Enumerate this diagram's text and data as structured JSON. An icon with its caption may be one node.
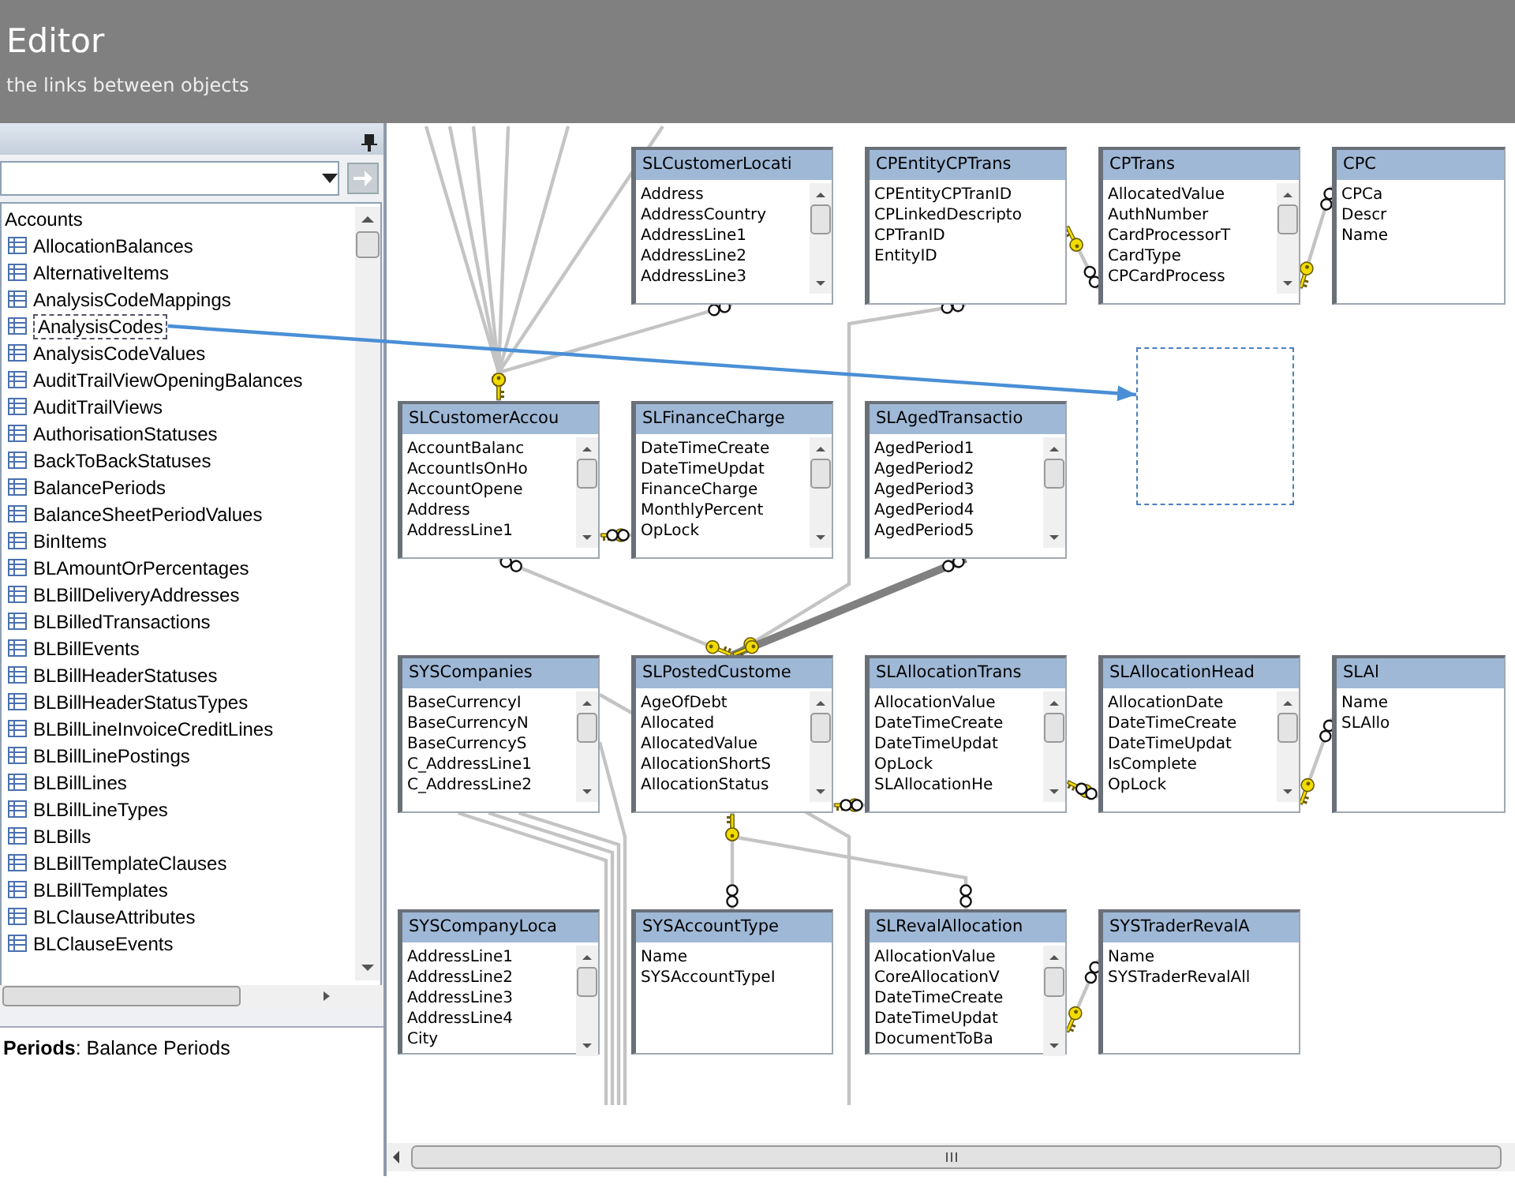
{
  "diagram": {
    "title": "Editor",
    "nodes": [
      {
        "text": [
          "AnalysisCodes"
        ]
      },
      {
        "text": [
          "SLCustomerLocati",
          "Address",
          "AddressCountry",
          "AddressLine1",
          "AddressLine2",
          "AddressLine3"
        ]
      },
      {
        "text": [
          "CPEntityCPTrans",
          "CPEntityCPTranID",
          "CPLinkedDescripto",
          "CPTranID",
          "EntityID"
        ]
      },
      {
        "text": [
          "CPTrans",
          "AllocatedValue",
          "AuthNumber",
          "CardProcessorT",
          "CardType",
          "CPCardProcess"
        ]
      },
      {
        "text": [
          "CPC",
          "CPCa",
          "Descr",
          "Name"
        ]
      },
      {
        "text": [
          "SLCustomerAccou",
          "AccountBalanc",
          "AccountIsOnHo",
          "AccountOpene",
          "Address",
          "AddressLine1"
        ]
      },
      {
        "text": [
          "SLFinanceCharge",
          "DateTimeCreate",
          "DateTimeUpdat",
          "FinanceCharge",
          "MonthlyPercent",
          "OpLock"
        ]
      },
      {
        "text": [
          "SLAgedTransactio",
          "AgedPeriod1",
          "AgedPeriod2",
          "AgedPeriod3",
          "AgedPeriod4",
          "AgedPeriod5"
        ]
      },
      {
        "text": [],
        "shape": "box"
      },
      {
        "text": [
          "SYSCompanies",
          "BaseCurrencyI",
          "BaseCurrencyN",
          "BaseCurrencyS",
          "C_AddressLine1",
          "C_AddressLine2"
        ]
      },
      {
        "text": [
          "SLPostedCustome",
          "AgeOfDebt",
          "Allocated",
          "AllocatedValue",
          "AllocationShortS",
          "AllocationStatus"
        ]
      },
      {
        "text": [
          "SLAllocationTrans",
          "AllocationValue",
          "DateTimeCreate",
          "DateTimeUpdat",
          "OpLock",
          "SLAllocationHe"
        ]
      },
      {
        "text": [
          "SLAllocationHead",
          "AllocationDate",
          "DateTimeCreate",
          "DateTimeUpdat",
          "IsComplete",
          "OpLock"
        ]
      },
      {
        "text": [
          "SLAl",
          "Name",
          "SLAllo"
        ]
      },
      {
        "text": [
          "SYSCompanyLoca",
          "AddressLine1",
          "AddressLine2",
          "AddressLine3",
          "AddressLine4",
          "City"
        ]
      },
      {
        "text": [
          "SYSAccountType",
          "Name",
          "SYSAccountTypeI"
        ]
      },
      {
        "text": [
          "SLRevalAllocation",
          "AllocationValue",
          "CoreAllocationV",
          "DateTimeCreate",
          "DateTimeUpdat",
          "DocumentToBa"
        ]
      },
      {
        "text": [
          "SYSTraderRevalA",
          "Name",
          "SYSTraderRevalAll"
        ]
      }
    ],
    "edges": [
      {
        "from": 5,
        "to": 1,
        "arrow": "other"
      },
      {
        "from": 5,
        "to": null,
        "arrow": "other"
      },
      {
        "from": 5,
        "to": null,
        "arrow": "other"
      },
      {
        "from": 5,
        "to": null,
        "arrow": "other"
      },
      {
        "from": 5,
        "to": null,
        "arrow": "other"
      },
      {
        "from": 5,
        "to": null,
        "arrow": "other"
      },
      {
        "from": 5,
        "to": null,
        "arrow": "other"
      },
      {
        "from": 5,
        "to": 6,
        "arrow": "other"
      },
      {
        "from": 10,
        "to": 5,
        "arrow": "other"
      },
      {
        "from": 10,
        "to": 2,
        "arrow": "other"
      },
      {
        "from": 10,
        "to": 7,
        "arrow": "other",
        "style": "thick",
        "color": "#808080"
      },
      {
        "from": 2,
        "to": 3,
        "arrow": "other"
      },
      {
        "from": 3,
        "to": 4,
        "arrow": "other"
      },
      {
        "from": 10,
        "to": 11,
        "arrow": "other"
      },
      {
        "from": 11,
        "to": 12,
        "arrow": "other"
      },
      {
        "from": 12,
        "to": 13,
        "arrow": "other"
      },
      {
        "from": 10,
        "to": 15,
        "arrow": "other"
      },
      {
        "from": 10,
        "to": 16,
        "arrow": "other"
      },
      {
        "from": 16,
        "to": 17,
        "arrow": "other"
      },
      {
        "from": 0,
        "to": 8,
        "arrow": "to",
        "color": "#4a8fd6"
      },
      {
        "from": 9,
        "to": null,
        "arrow": "none"
      },
      {
        "from": 9,
        "to": null,
        "arrow": "none"
      },
      {
        "from": 9,
        "to": null,
        "arrow": "none"
      },
      {
        "from": 9,
        "to": null,
        "arrow": "none"
      },
      {
        "from": 9,
        "to": null,
        "arrow": "none"
      }
    ],
    "labels": [
      "the links between objects",
      "Accounts",
      "AllocationBalances",
      "AlternativeItems",
      "AnalysisCodeMappings",
      "AnalysisCodeValues",
      "AuditTrailViewOpeningBalances",
      "AuditTrailViews",
      "AuthorisationStatuses",
      "BackToBackStatuses",
      "BalancePeriods",
      "BalanceSheetPeriodValues",
      "BinItems",
      "BLAmountOrPercentages",
      "BLBillDeliveryAddresses",
      "BLBilledTransactions",
      "BLBillEvents",
      "BLBillHeaderStatuses",
      "BLBillHeaderStatusTypes",
      "BLBillLineInvoiceCreditLines",
      "BLBillLinePostings",
      "BLBillLines",
      "BLBillLineTypes",
      "BLBills",
      "BLBillTemplateClauses",
      "BLBillTemplates",
      "BLClauseAttributes",
      "BLClauseEvents",
      "**Periods**: Balance Periods"
    ]
  }
}
